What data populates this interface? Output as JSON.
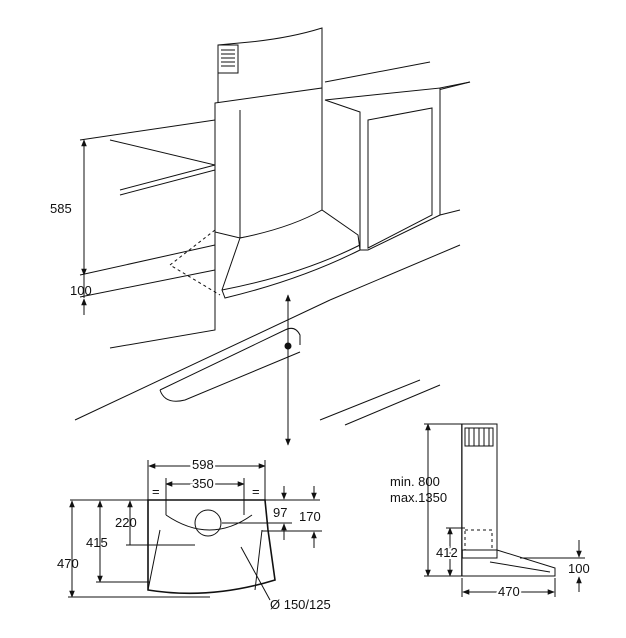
{
  "perspective_view": {
    "dim_cabinet_height": "585",
    "dim_bottom_offset": "100"
  },
  "top_view": {
    "dim_width": "598",
    "dim_inner_width": "350",
    "dim_hole_offset": "220",
    "dim_total_depth": "415",
    "dim_depth": "470",
    "dim_wall_gap": "97",
    "dim_chimney_depth": "170",
    "dim_diameter": "Ø 150/125",
    "equal_mark": "="
  },
  "side_view": {
    "dim_height_min": "min. 800",
    "dim_height_max": "max.1350",
    "dim_lower": "412",
    "dim_hood_height": "100",
    "dim_depth": "470"
  }
}
